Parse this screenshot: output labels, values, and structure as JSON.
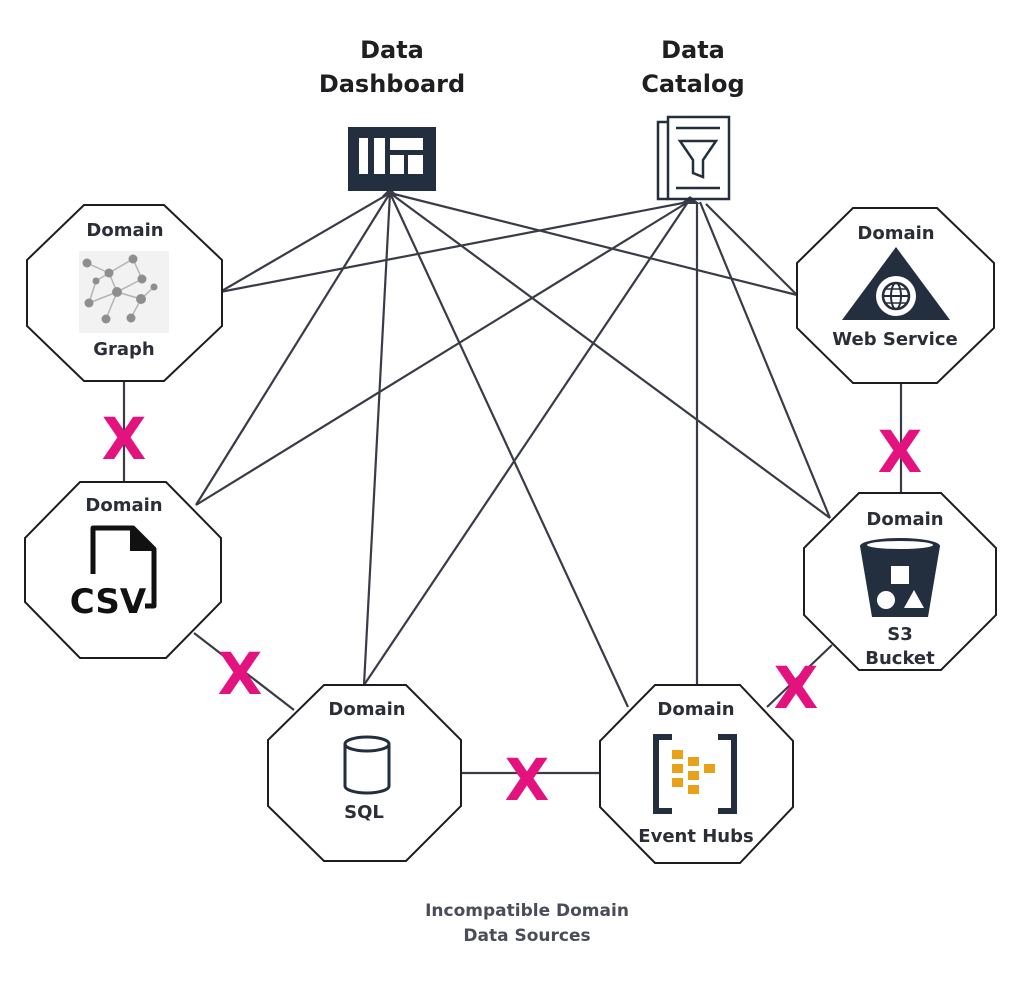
{
  "targets": {
    "dashboard": {
      "title_line1": "Data",
      "title_line2": "Dashboard",
      "icon": "dashboard-icon"
    },
    "catalog": {
      "title_line1": "Data",
      "title_line2": "Catalog",
      "icon": "catalog-funnel-icon"
    }
  },
  "domains": {
    "graph": {
      "header": "Domain",
      "label": "Graph",
      "icon": "graph-network-icon"
    },
    "web_service": {
      "header": "Domain",
      "label": "Web Service",
      "icon": "web-service-icon"
    },
    "csv": {
      "header": "Domain",
      "icon_text": "CSV",
      "icon": "csv-file-icon"
    },
    "s3": {
      "header": "Domain",
      "label_line1": "S3",
      "label_line2": "Bucket",
      "icon": "s3-bucket-icon"
    },
    "sql": {
      "header": "Domain",
      "label": "SQL",
      "icon": "database-icon"
    },
    "event_hubs": {
      "header": "Domain",
      "label": "Event Hubs",
      "icon": "event-hubs-icon"
    }
  },
  "incompatible_marks": [
    "X",
    "X",
    "X",
    "X",
    "X"
  ],
  "caption": {
    "line1": "Incompatible Domain",
    "line2": "Data Sources"
  },
  "colors": {
    "line": "#393c46",
    "x_mark": "#e3127f",
    "event_hubs_orange": "#e8a21a"
  }
}
